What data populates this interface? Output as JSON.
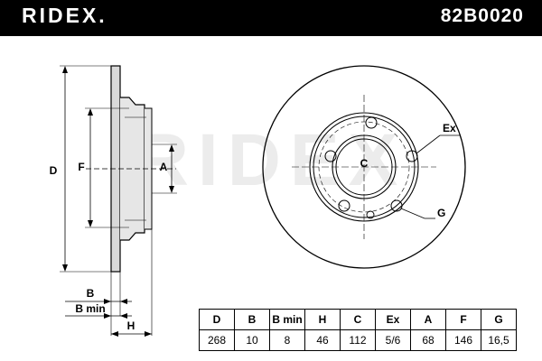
{
  "header": {
    "brand": "RIDEX.",
    "part_number": "82B0020"
  },
  "diagram_labels": {
    "D": "D",
    "F": "F",
    "A": "A",
    "B": "B",
    "B_min": "B min",
    "H": "H",
    "C": "C",
    "Ex": "Ex",
    "G": "G"
  },
  "watermark": "RIDEX",
  "spec_table": {
    "headers": [
      "D",
      "B",
      "B min",
      "H",
      "C",
      "Ex",
      "A",
      "F",
      "G"
    ],
    "values": [
      "268",
      "10",
      "8",
      "46",
      "112",
      "5/6",
      "68",
      "146",
      "16,5"
    ]
  }
}
